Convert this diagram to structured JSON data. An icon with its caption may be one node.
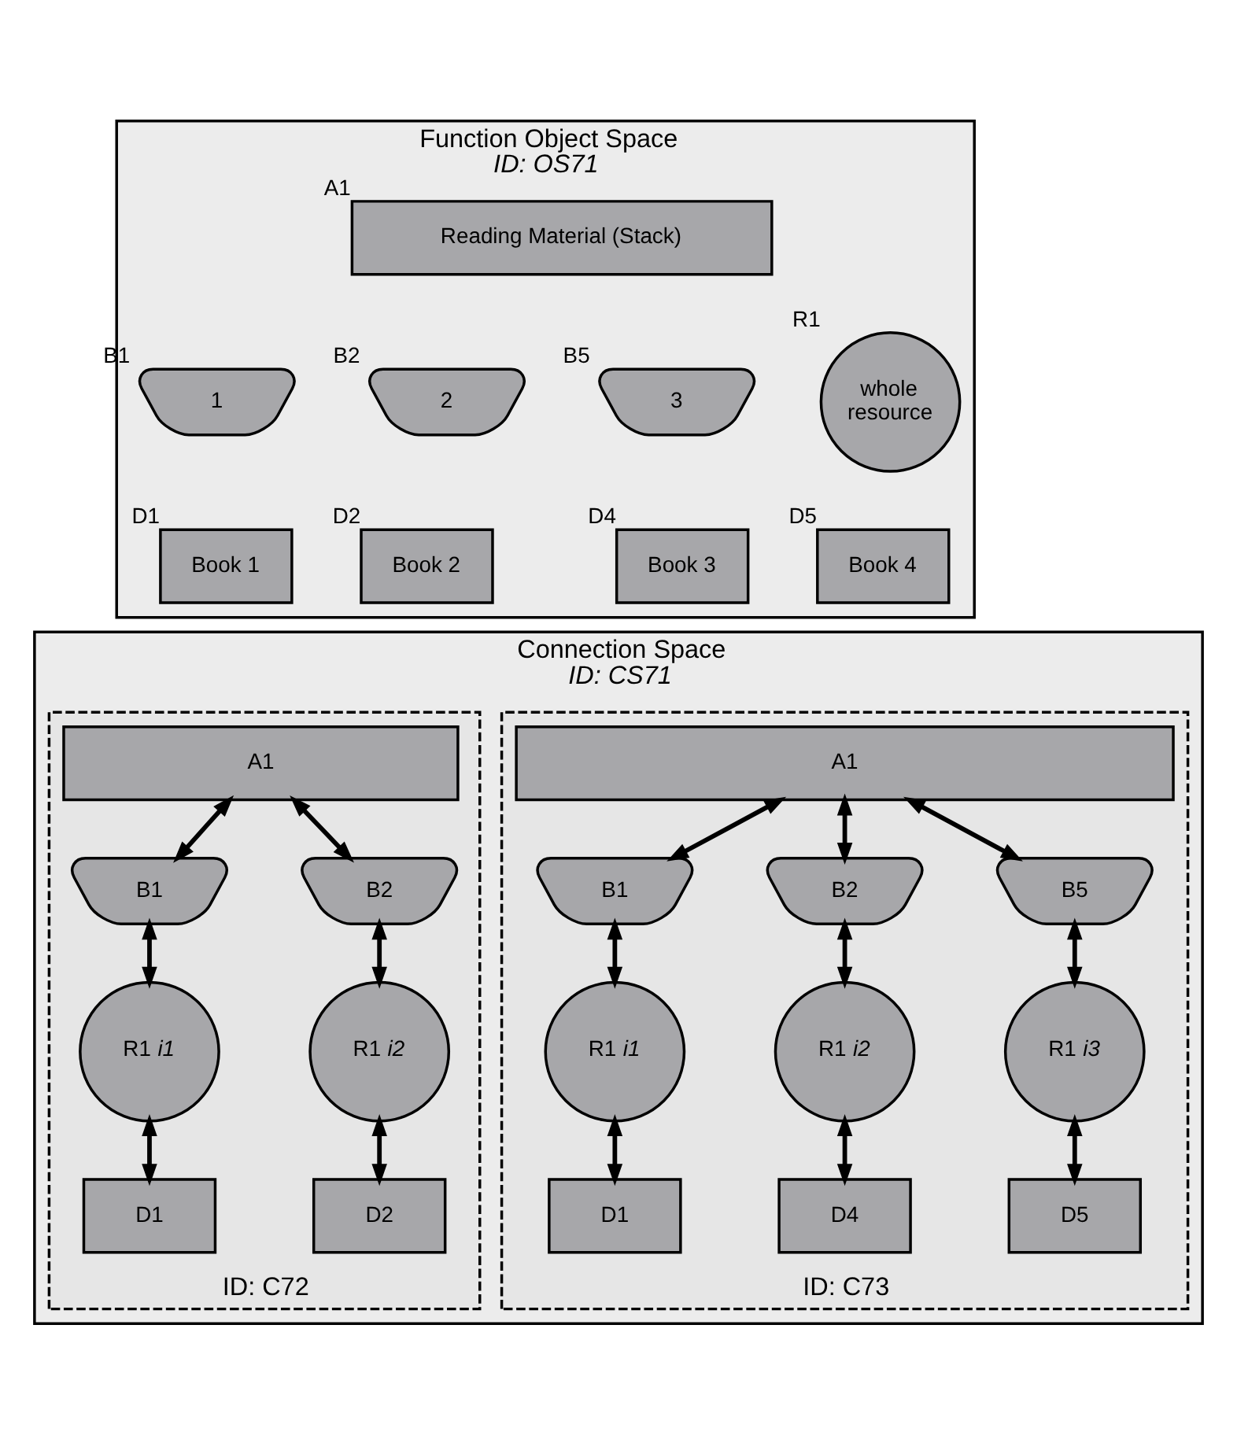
{
  "diagram": {
    "nodes": [
      {
        "text": [
          "Function Object Space",
          "ID: OS71"
        ]
      },
      {
        "text": [
          "Reading Material (Stack)"
        ],
        "beside": [
          "A1"
        ],
        "in": 0
      },
      {
        "text": [
          "1"
        ],
        "beside": [
          "B1"
        ],
        "in": 0
      },
      {
        "text": [
          "2"
        ],
        "beside": [
          "B2"
        ],
        "in": 0
      },
      {
        "text": [
          "3"
        ],
        "beside": [
          "B5"
        ],
        "in": 0
      },
      {
        "text": [
          "whole resource"
        ],
        "beside": [
          "R1"
        ],
        "in": 0
      },
      {
        "text": [
          "Book 1"
        ],
        "beside": [
          "D1"
        ],
        "in": 0
      },
      {
        "text": [
          "Book 2"
        ],
        "beside": [
          "D2"
        ],
        "in": 0
      },
      {
        "text": [
          "Book 3"
        ],
        "beside": [
          "D4"
        ],
        "in": 0
      },
      {
        "text": [
          "Book 4"
        ],
        "beside": [
          "D5"
        ],
        "in": 0
      },
      {
        "text": [
          "Connection Space",
          "ID: CS71"
        ]
      },
      {
        "text": [
          "ID: C72"
        ],
        "in": 10
      },
      {
        "text": [
          "A1"
        ],
        "in": 11
      },
      {
        "text": [
          "B1"
        ],
        "in": 11
      },
      {
        "text": [
          "B2"
        ],
        "in": 11
      },
      {
        "text": [
          "R1 *i1*"
        ],
        "in": 11
      },
      {
        "text": [
          "R1 *i2*"
        ],
        "in": 11
      },
      {
        "text": [
          "D1"
        ],
        "in": 11
      },
      {
        "text": [
          "D2"
        ],
        "in": 11
      },
      {
        "text": [
          "ID: C73"
        ],
        "in": 10
      },
      {
        "text": [
          "A1"
        ],
        "in": 19
      },
      {
        "text": [
          "B1"
        ],
        "in": 19
      },
      {
        "text": [
          "B2"
        ],
        "in": 19
      },
      {
        "text": [
          "B5"
        ],
        "in": 19
      },
      {
        "text": [
          "R1 *i1*"
        ],
        "in": 19
      },
      {
        "text": [
          "R1 *i2*"
        ],
        "in": 19
      },
      {
        "text": [
          "R1 *i3*"
        ],
        "in": 19
      },
      {
        "text": [
          "D1"
        ],
        "in": 19
      },
      {
        "text": [
          "D4"
        ],
        "in": 19
      },
      {
        "text": [
          "D5"
        ],
        "in": 19
      }
    ],
    "edges": [
      {
        "from": 12,
        "to": 13,
        "arrow": "both"
      },
      {
        "from": 12,
        "to": 14,
        "arrow": "both"
      },
      {
        "from": 13,
        "to": 15,
        "arrow": "both"
      },
      {
        "from": 14,
        "to": 16,
        "arrow": "both"
      },
      {
        "from": 15,
        "to": 17,
        "arrow": "both"
      },
      {
        "from": 16,
        "to": 18,
        "arrow": "both"
      },
      {
        "from": 20,
        "to": 21,
        "arrow": "both"
      },
      {
        "from": 20,
        "to": 22,
        "arrow": "both"
      },
      {
        "from": 20,
        "to": 23,
        "arrow": "both"
      },
      {
        "from": 21,
        "to": 24,
        "arrow": "both"
      },
      {
        "from": 22,
        "to": 25,
        "arrow": "both"
      },
      {
        "from": 23,
        "to": 26,
        "arrow": "both"
      },
      {
        "from": 24,
        "to": 27,
        "arrow": "both"
      },
      {
        "from": 25,
        "to": 28,
        "arrow": "both"
      },
      {
        "from": 26,
        "to": 29,
        "arrow": "both"
      }
    ]
  }
}
